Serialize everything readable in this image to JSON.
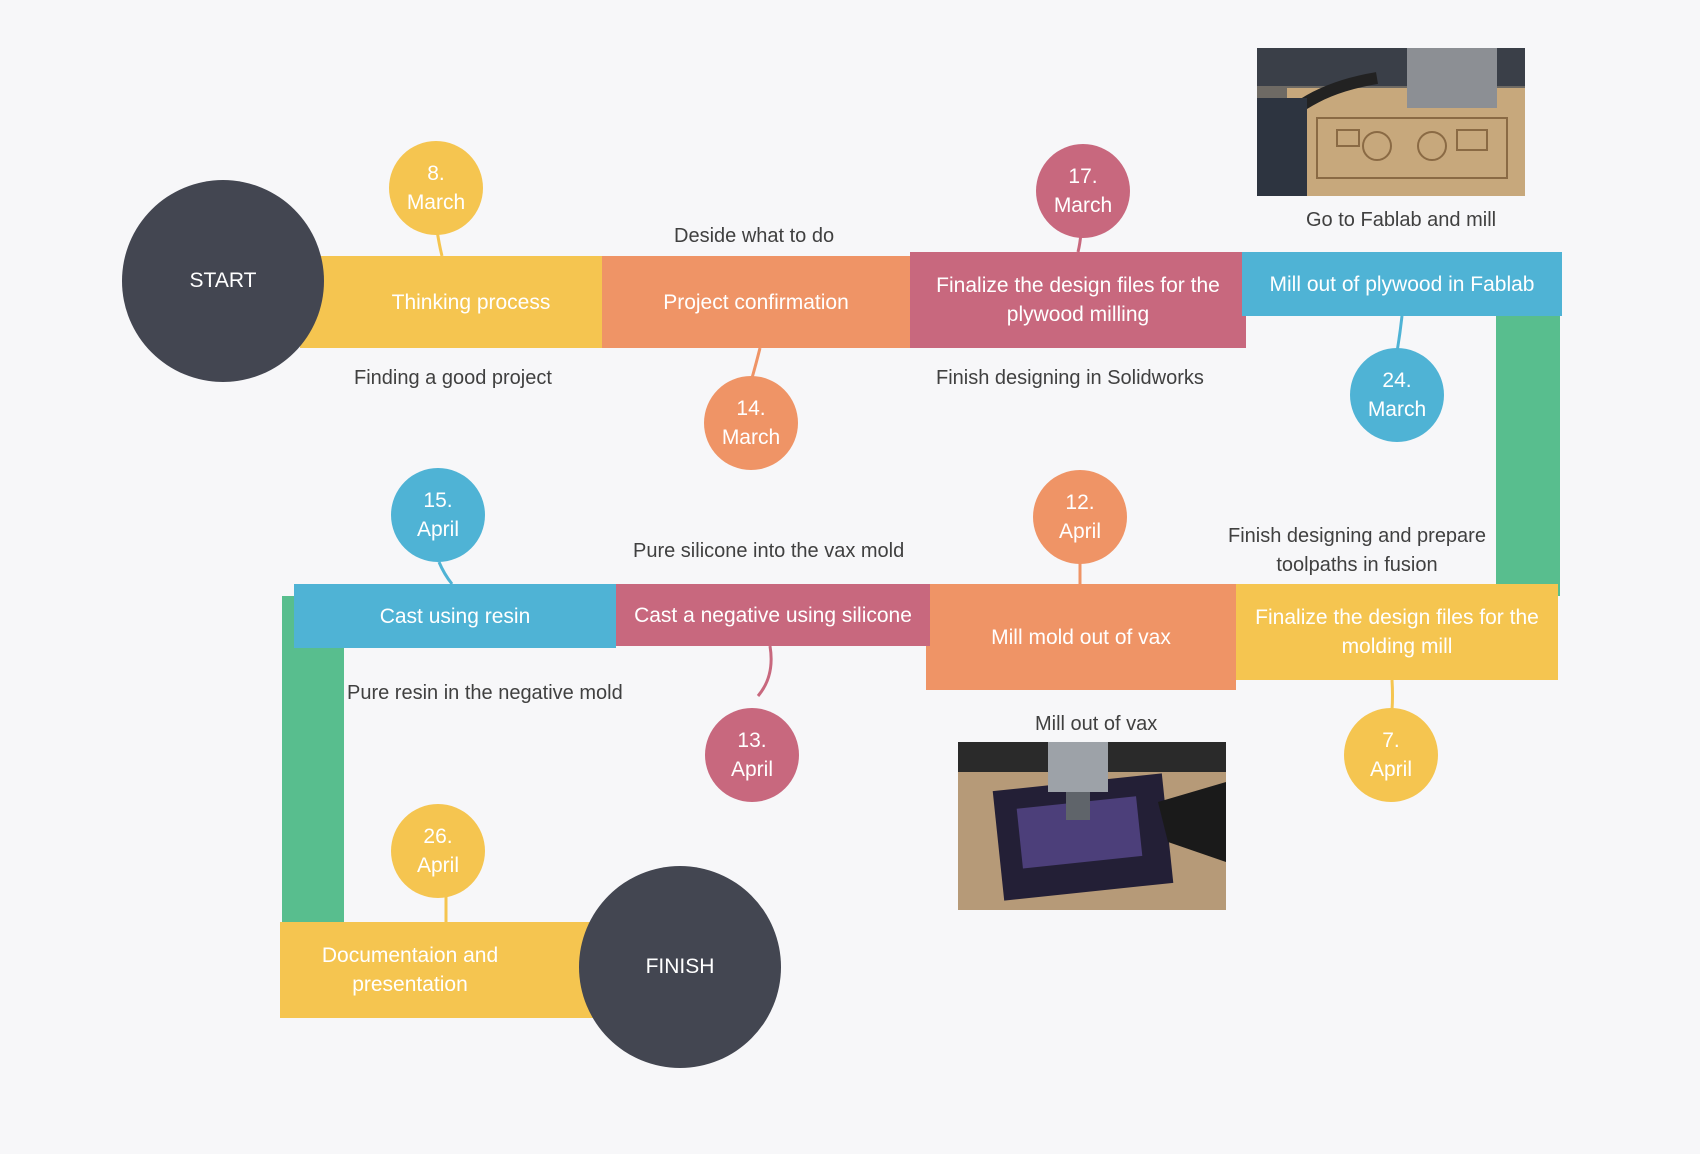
{
  "endpoints": {
    "start": "START",
    "finish": "FINISH"
  },
  "steps": [
    {
      "label": "Thinking process",
      "note": "Finding a good project",
      "day": "8.",
      "month": "March"
    },
    {
      "label": "Project confirmation",
      "note": "Deside what to do",
      "day": "14.",
      "month": "March"
    },
    {
      "label": "Finalize the design files for the plywood milling",
      "note": "Finish designing in Solidworks",
      "day": "17.",
      "month": "March"
    },
    {
      "label": "Mill out of plywood in Fablab",
      "note": "Go to Fablab and mill",
      "day": "24.",
      "month": "March"
    },
    {
      "label": "Finalize the design files for the molding mill",
      "note": "Finish designing and prepare toolpaths in fusion",
      "day": "7.",
      "month": "April"
    },
    {
      "label": "Mill mold out of vax",
      "note": "Mill out of vax",
      "day": "12.",
      "month": "April"
    },
    {
      "label": "Cast a negative using silicone",
      "note": "Pure silicone into the vax mold",
      "day": "13.",
      "month": "April"
    },
    {
      "label": "Cast using resin",
      "note": "Pure resin in the negative mold",
      "day": "15.",
      "month": "April"
    },
    {
      "label": "Documentaion and presentation",
      "note": "",
      "day": "26.",
      "month": "April"
    }
  ],
  "colors": {
    "yellow": "#f5c550",
    "orange": "#ef9466",
    "pink": "#c8687e",
    "blue": "#4fb3d5",
    "green": "#58be8e",
    "dark": "#434651"
  }
}
